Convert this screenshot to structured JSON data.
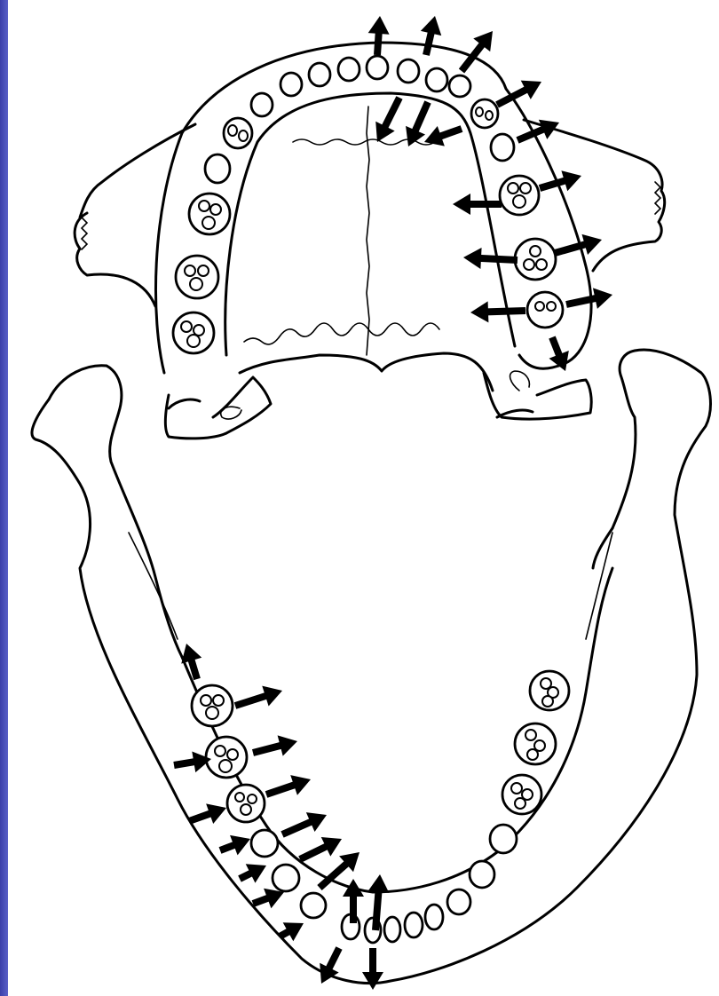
{
  "page": {
    "background": "#ffffff",
    "left_band_color": "#3a3fa8",
    "line_color": "#000000"
  },
  "figure": {
    "subject": "maxilla-and-mandible-line-drawing",
    "parts": [
      "maxilla",
      "mandible"
    ],
    "text_labels": []
  }
}
